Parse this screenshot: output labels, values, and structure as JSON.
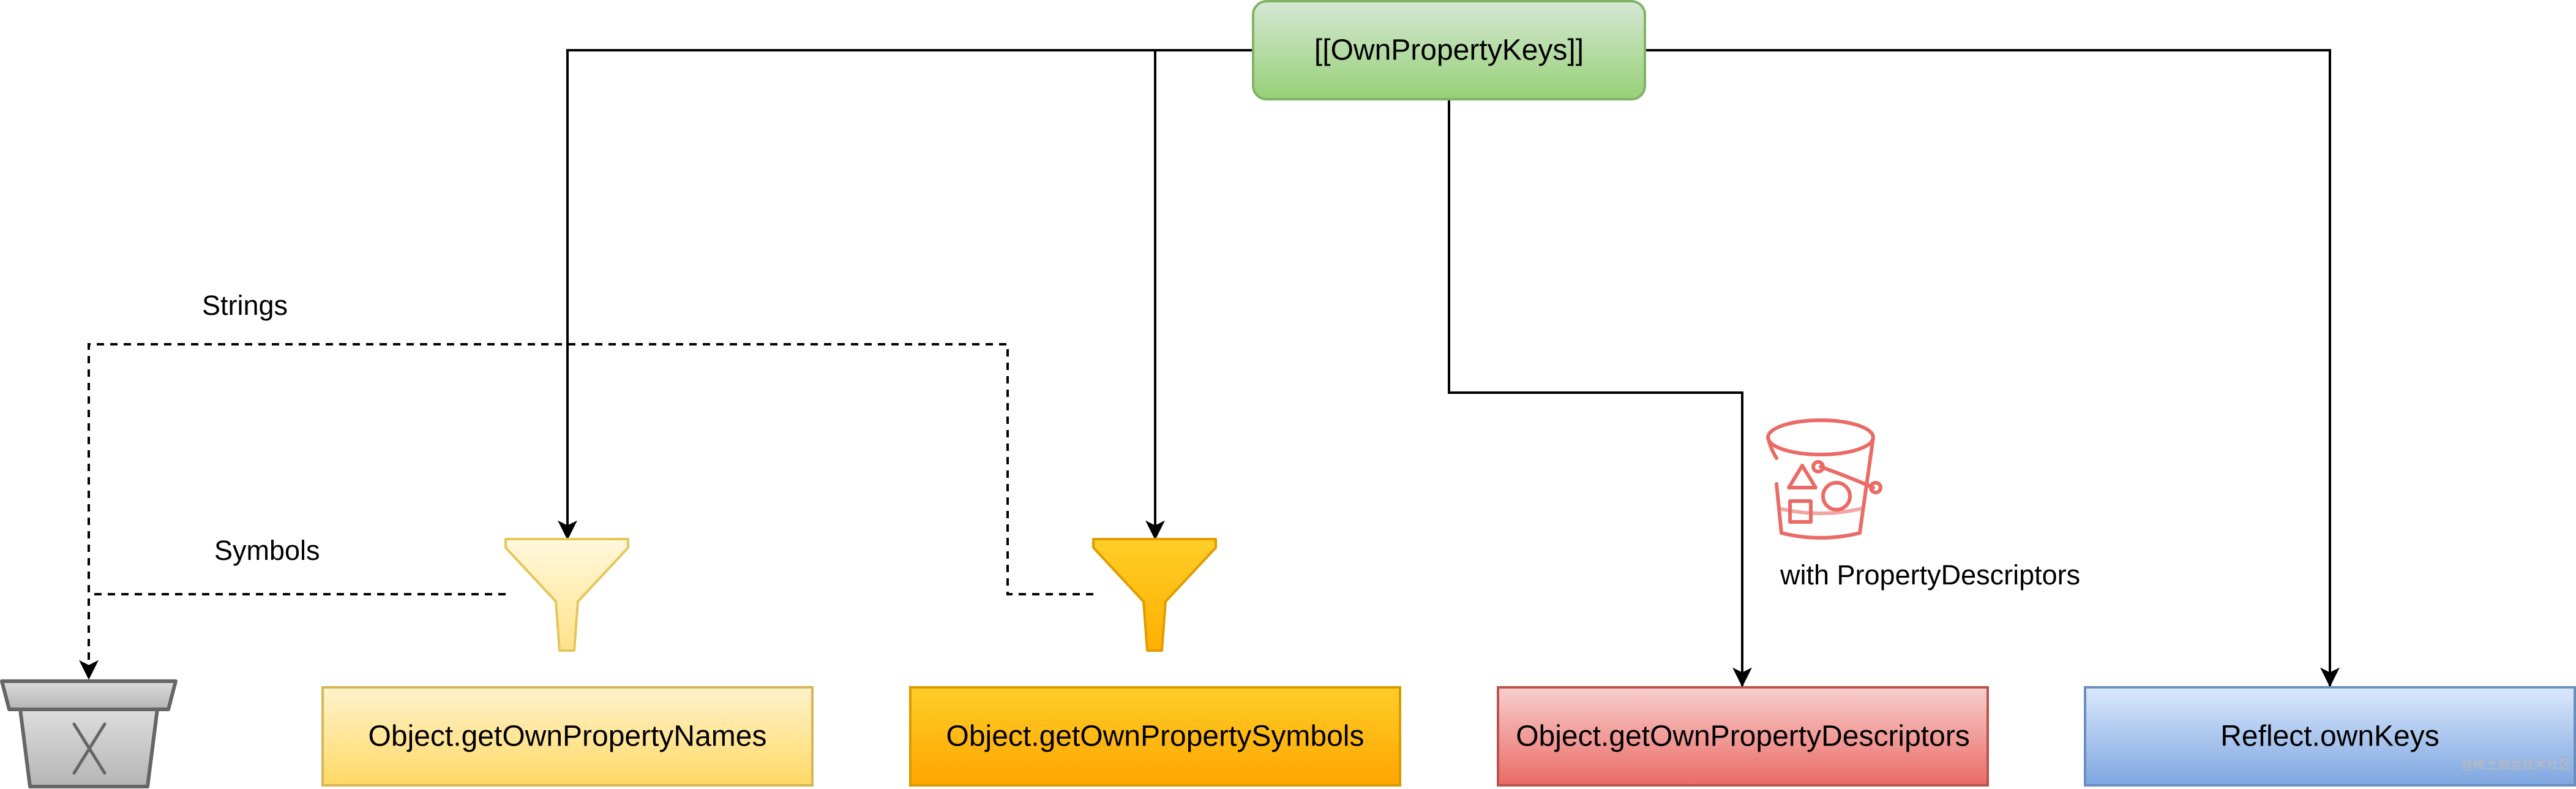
{
  "nodes": {
    "own_property_keys": "[[OwnPropertyKeys]]",
    "get_own_property_names": "Object.getOwnPropertyNames",
    "get_own_property_symbols": "Object.getOwnPropertySymbols",
    "get_own_property_descriptors": "Object.getOwnPropertyDescriptors",
    "reflect_own_keys": "Reflect.ownKeys"
  },
  "edge_labels": {
    "strings": "Strings",
    "symbols": "Symbols",
    "with_property_descriptors": "with PropertyDescriptors"
  },
  "watermark": "@稀土掘金技术社区",
  "icons": {
    "filter_light": "filter-icon",
    "filter_dark": "filter-icon",
    "bucket": "bucket-icon",
    "trash": "trash-icon"
  },
  "colors": {
    "green_fill_top": "#d5e8d4",
    "green_fill_bottom": "#97d077",
    "green_stroke": "#82b366",
    "yellow_fill_top": "#fff2cc",
    "yellow_fill_bottom": "#ffd966",
    "yellow_stroke": "#d6b656",
    "orange_fill_top": "#ffcd28",
    "orange_fill_bottom": "#ffa500",
    "orange_stroke": "#d79b00",
    "red_fill_top": "#f8cecc",
    "red_fill_bottom": "#ea6b66",
    "red_stroke": "#b85450",
    "blue_fill_top": "#dae8fc",
    "blue_fill_bottom": "#7ea6e0",
    "blue_stroke": "#6c8ebf",
    "bucket_color": "#ea6b66",
    "trash_fill": "#cccccc",
    "trash_stroke": "#666666"
  }
}
